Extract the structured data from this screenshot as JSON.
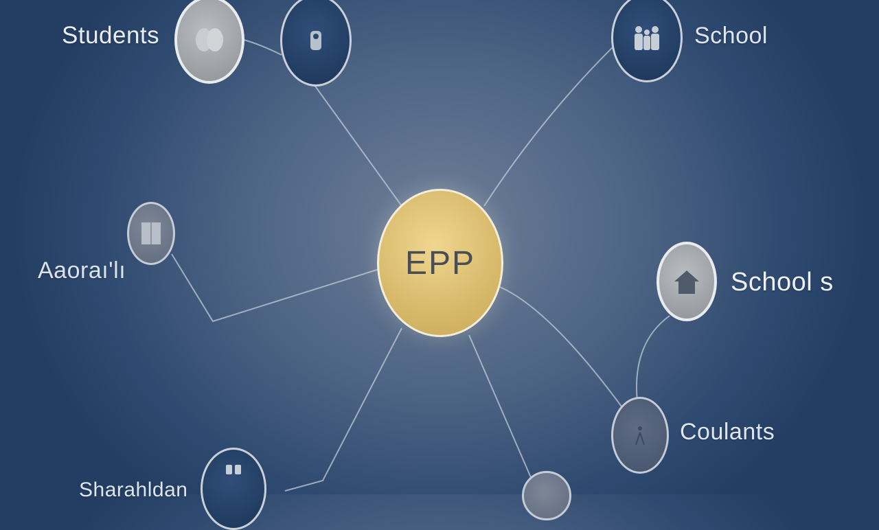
{
  "center": {
    "label": "EPP"
  },
  "nodes": [
    {
      "id": "students",
      "label": "Students",
      "icon": "people-icon"
    },
    {
      "id": "top-dark",
      "icon": "person-icon"
    },
    {
      "id": "school-top",
      "label": "School",
      "icon": "family-icon"
    },
    {
      "id": "left",
      "label": "Aaoraı'lı",
      "icon": "document-icon"
    },
    {
      "id": "schools-right",
      "label": "School s",
      "icon": "home-icon"
    },
    {
      "id": "counselors",
      "label": "Coulants",
      "icon": "person-icon"
    },
    {
      "id": "bottom-left",
      "label": "Sharahldan",
      "icon": "people-icon"
    },
    {
      "id": "bottom-center",
      "icon": "circle-icon"
    }
  ],
  "colors": {
    "center_fill": "#dcbf72",
    "dark_node": "#1f3a60",
    "light_node": "#a3a7ac",
    "line": "#b9c3d0"
  }
}
